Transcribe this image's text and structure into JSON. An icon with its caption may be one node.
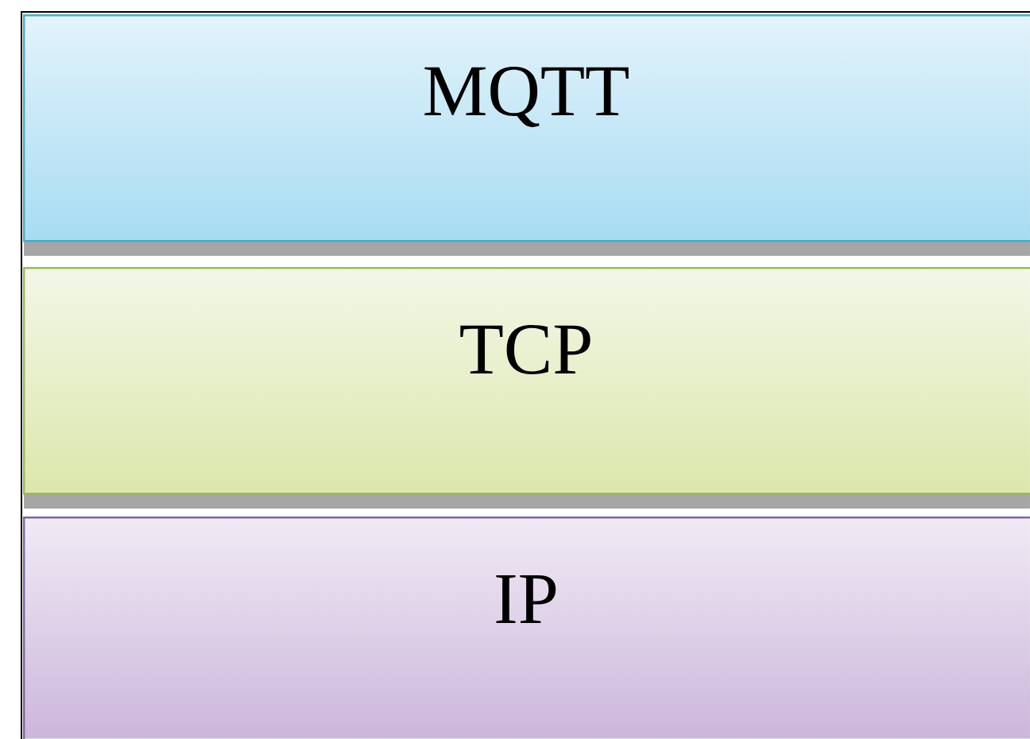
{
  "diagram": {
    "nodes": [
      {
        "text": [
          "MQTT"
        ]
      },
      {
        "text": [
          "TCP"
        ]
      },
      {
        "text": [
          "IP"
        ]
      }
    ]
  }
}
